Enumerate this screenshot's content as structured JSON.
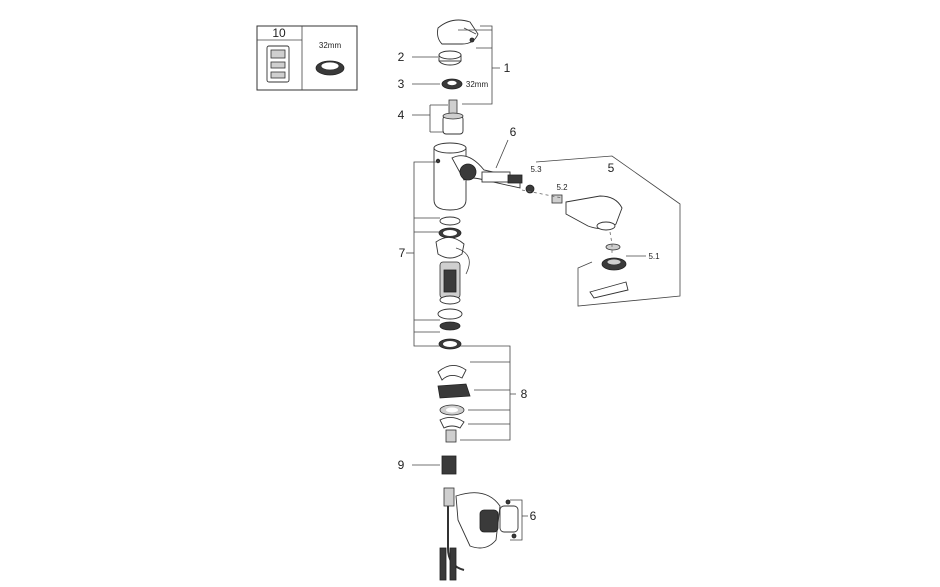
{
  "inset": {
    "label": "10",
    "size_label": "32mm"
  },
  "callouts": {
    "c1": "1",
    "c2": "2",
    "c3": "3",
    "c3_size": "32mm",
    "c4": "4",
    "c5": "5",
    "c5_1": "5.1",
    "c5_2": "5.2",
    "c5_3": "5.3",
    "c6_top": "6",
    "c6_bottom": "6",
    "c7": "7",
    "c8": "8",
    "c9": "9"
  }
}
